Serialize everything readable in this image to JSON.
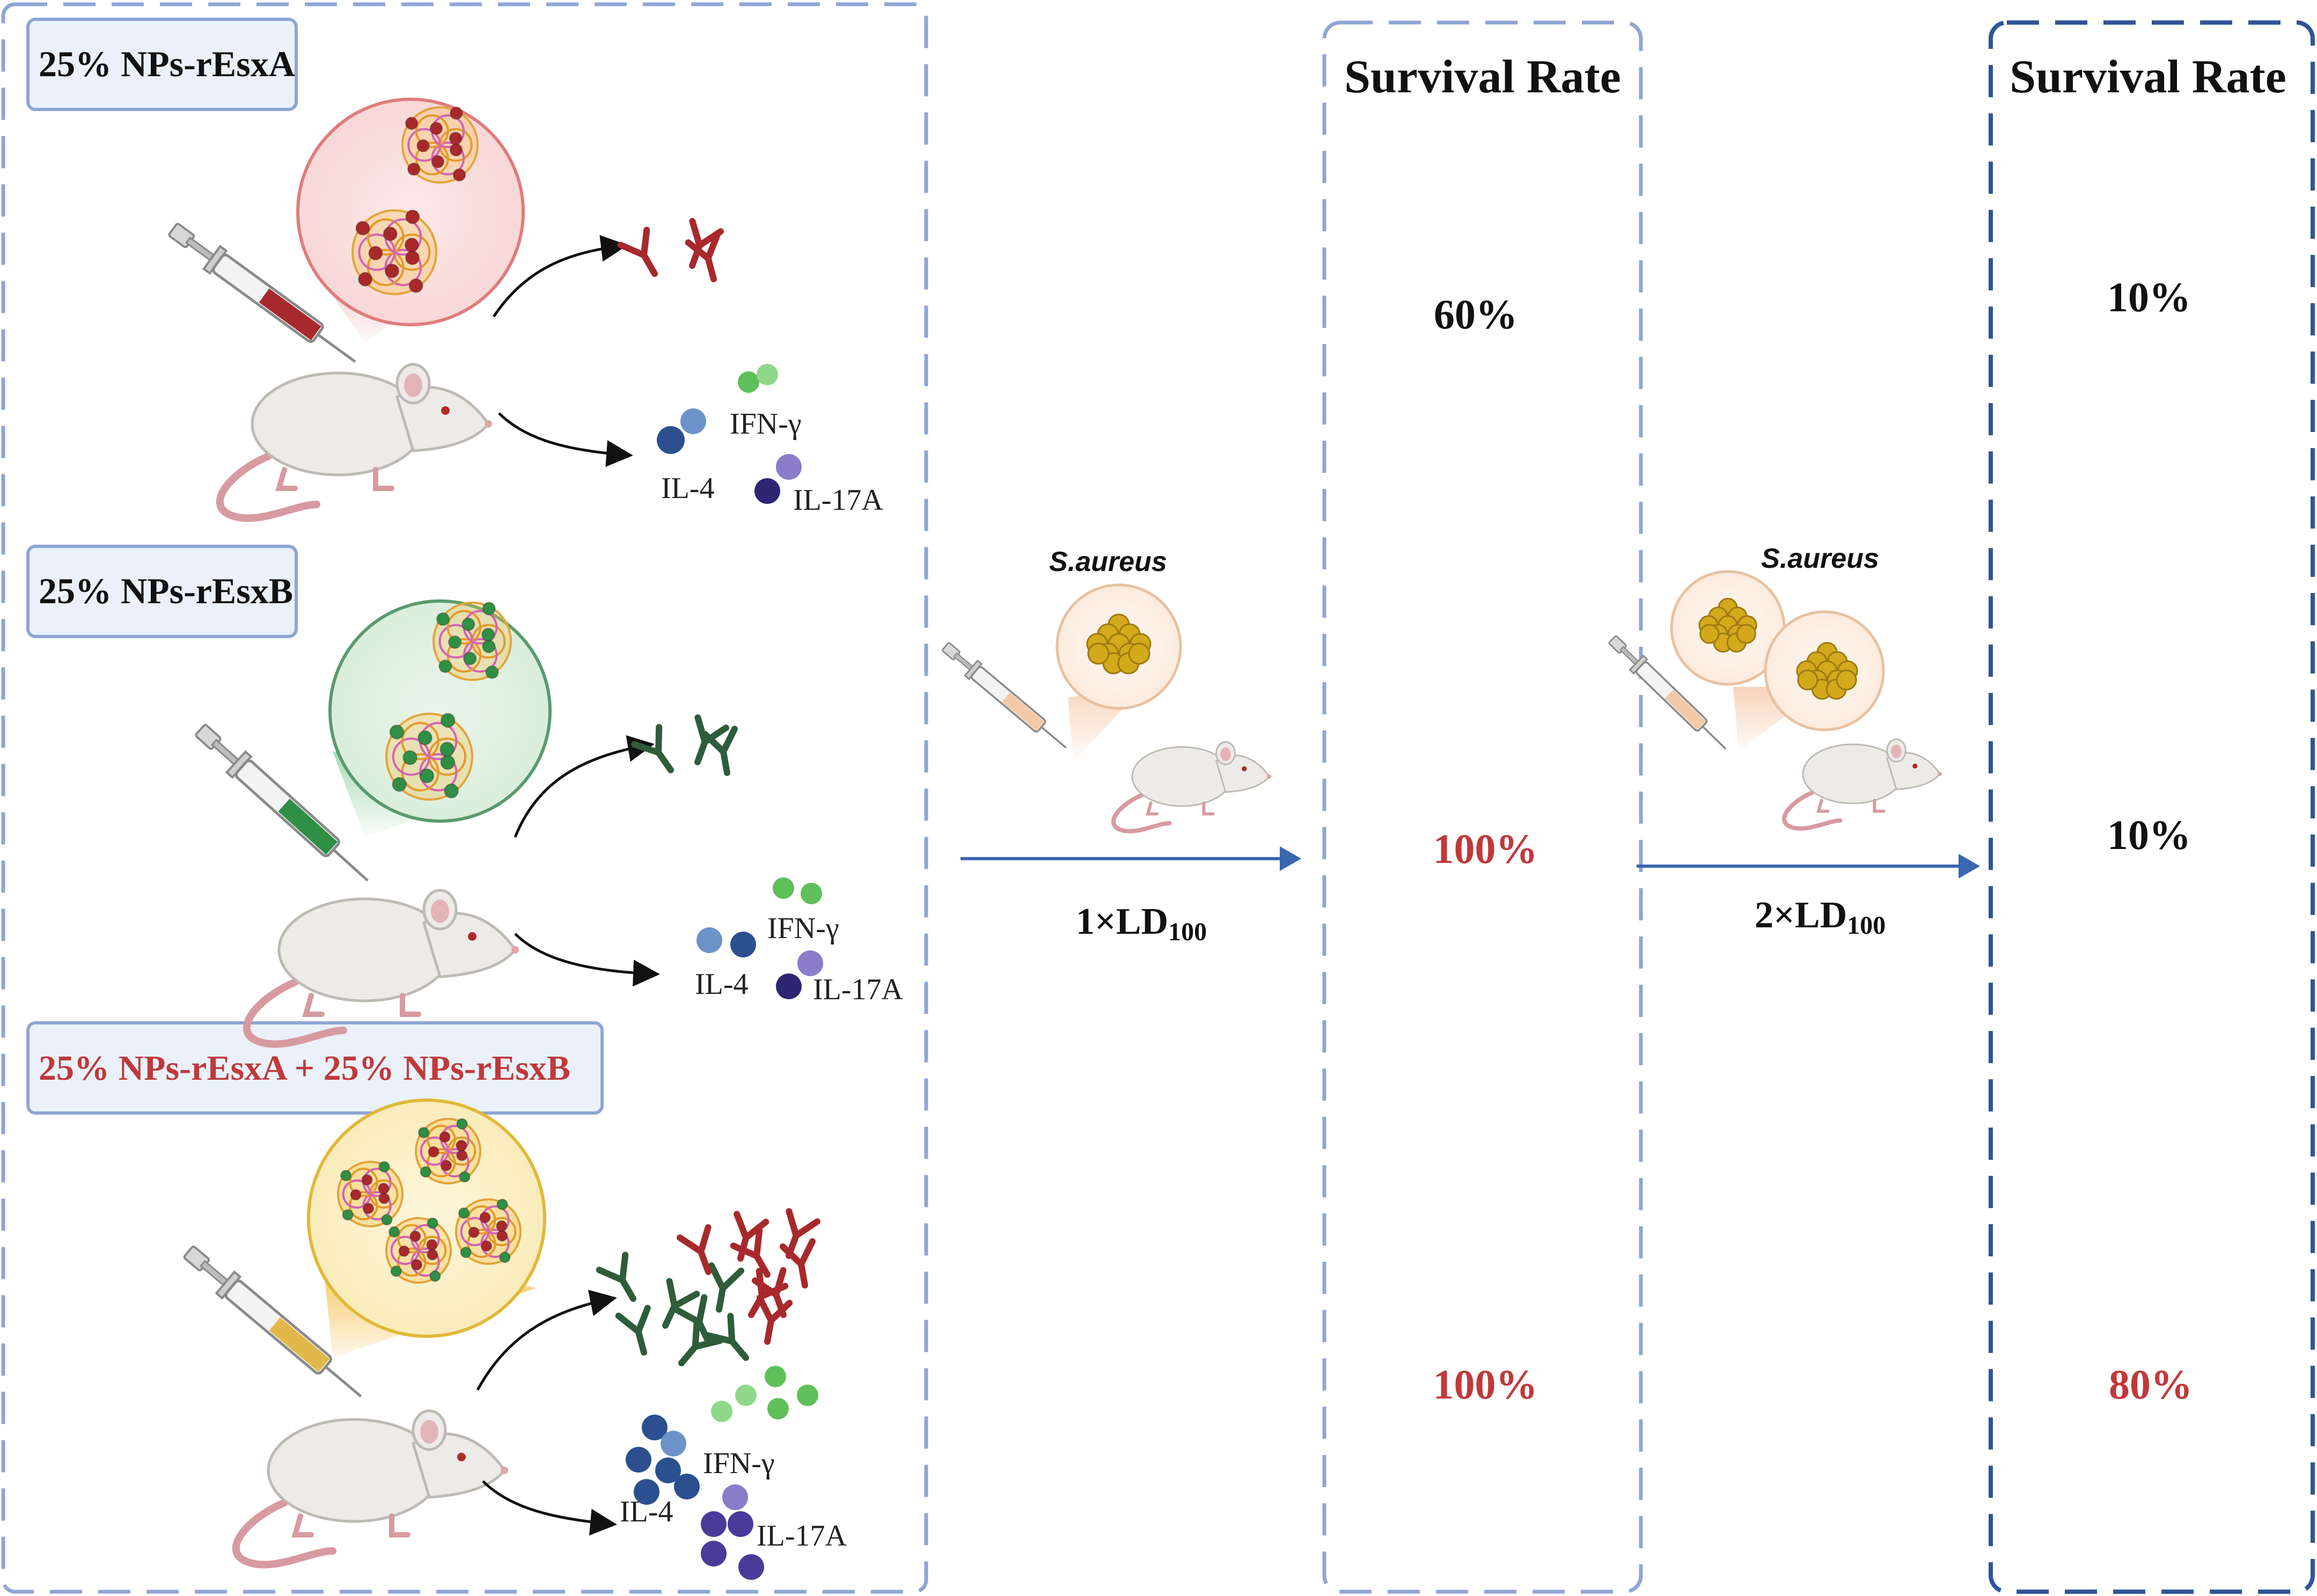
{
  "groups": [
    {
      "label": "25% NPs-rEsxA",
      "label_color": "#111111",
      "cytokines": {
        "ifn": "IFN-γ",
        "il4": "IL-4",
        "il17": "IL-17A"
      }
    },
    {
      "label": "25% NPs-rEsxB",
      "label_color": "#111111",
      "cytokines": {
        "ifn": "IFN-γ",
        "il4": "IL-4",
        "il17": "IL-17A"
      }
    },
    {
      "label": "25% NPs-rEsxA + 25% NPs-rEsxB",
      "label_color": "#c0393b",
      "cytokines": {
        "ifn": "IFN-γ",
        "il4": "IL-4",
        "il17": "IL-17A"
      }
    }
  ],
  "challenge1": {
    "pathogen": "S.aureus",
    "dose_prefix": "1×LD",
    "dose_sub": "100"
  },
  "challenge2": {
    "pathogen": "S.aureus",
    "dose_prefix": "2×LD",
    "dose_sub": "100"
  },
  "survival1": {
    "title": "Survival Rate",
    "values": [
      "60%",
      "100%",
      "100%"
    ]
  },
  "survival2": {
    "title": "Survival Rate",
    "values": [
      "10%",
      "10%",
      "80%"
    ]
  },
  "colors": {
    "esxa": "#a8292c",
    "esxb": "#2f8f45",
    "highlight": "#c0393b",
    "arrow": "#3a67b0",
    "box_border": "#8ea6d4",
    "box_border_dark": "#2f5597",
    "label_fill": "#eaf1fb",
    "bacteria": "#d4a91c",
    "il4": "#2b4f8f",
    "ifn": "#5fbf5a",
    "il17": "#4a3a9a"
  },
  "icons": [
    "syringe-icon",
    "mouse-icon",
    "nanoparticle-icon",
    "antibody-icon",
    "cytokine-icon",
    "bacteria-icon"
  ]
}
